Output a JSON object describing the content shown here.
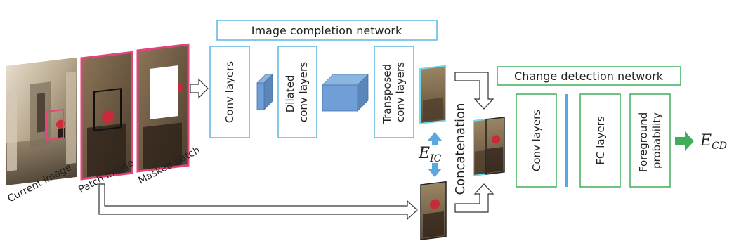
{
  "image_completion": {
    "title": "Image completion network",
    "blocks": [
      "Conv layers",
      "Dilated\nconv layers",
      "Transposed\nconv layers"
    ]
  },
  "change_detection": {
    "title": "Change detection network",
    "blocks": [
      "Conv layers",
      "FC layers",
      "Foreground\nprobability"
    ]
  },
  "inputs": {
    "current_image": "Current image",
    "patch_image": "Patch image",
    "masked_patch": "Masked patch"
  },
  "concatenation": "Concatenation",
  "loss_ic": {
    "base": "E",
    "sub": "IC"
  },
  "loss_cd": {
    "base": "E",
    "sub": "CD"
  },
  "colors": {
    "blue_border": "#5bb8e0",
    "green_border": "#3fae5a",
    "pink_border": "#e2457a",
    "cube_fill": "#6f9fd6",
    "blue_arrow": "#5aa7e0",
    "green_arrow": "#3fae5a"
  }
}
